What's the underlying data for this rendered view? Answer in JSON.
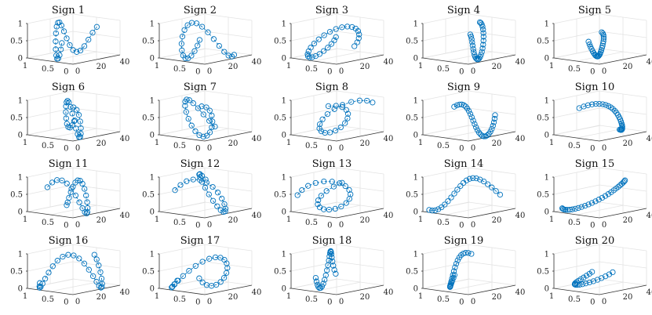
{
  "chart_data": {
    "type": "scatter",
    "layout": "4x5 grid of 3D line-and-marker plots",
    "grid": true,
    "marker": "open circle",
    "line_style": "dashed",
    "series_color": "#0072BD",
    "axes": {
      "x": {
        "range": [
          0,
          40
        ],
        "ticks": [
          "0",
          "20",
          "40"
        ]
      },
      "y": {
        "range": [
          0,
          1
        ],
        "ticks": [
          "0",
          "0.5",
          "1"
        ]
      },
      "z": {
        "range": [
          0,
          1
        ],
        "ticks": [
          "0",
          "0.5",
          "1"
        ]
      }
    },
    "panels": [
      {
        "title": "Sign 1"
      },
      {
        "title": "Sign 2"
      },
      {
        "title": "Sign 3"
      },
      {
        "title": "Sign 4"
      },
      {
        "title": "Sign 5"
      },
      {
        "title": "Sign 6"
      },
      {
        "title": "Sign 7"
      },
      {
        "title": "Sign 8"
      },
      {
        "title": "Sign 9"
      },
      {
        "title": "Sign 10"
      },
      {
        "title": "Sign 11"
      },
      {
        "title": "Sign 12"
      },
      {
        "title": "Sign 13"
      },
      {
        "title": "Sign 14"
      },
      {
        "title": "Sign 15"
      },
      {
        "title": "Sign 16"
      },
      {
        "title": "Sign 17"
      },
      {
        "title": "Sign 18"
      },
      {
        "title": "Sign 19"
      },
      {
        "title": "Sign 20"
      }
    ]
  }
}
